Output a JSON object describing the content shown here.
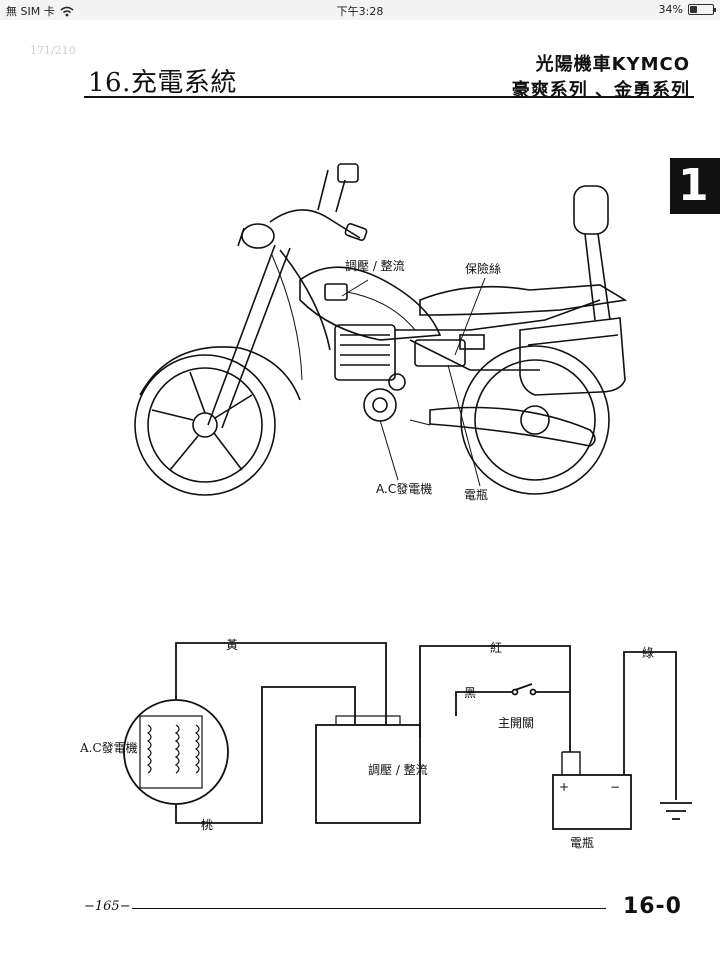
{
  "status_bar": {
    "carrier": "無 SIM 卡",
    "time": "下午3:28",
    "battery": "34%",
    "battery_level": 0.34
  },
  "page": {
    "ghost_text": "171/210",
    "chapter_title": "16.充電系統",
    "brand_line1": "光陽機車KYMCO",
    "brand_line2": "豪爽系列 、金勇系列",
    "tab_text": "1"
  },
  "illustration": {
    "regulator_label": "調壓 / 整流",
    "fuse_label": "保險絲",
    "alternator_label": "A.C發電機",
    "battery_label": "電瓶"
  },
  "schematic": {
    "wire_yellow": "黃",
    "wire_red": "紅",
    "wire_green": "綠",
    "wire_black": "黑",
    "wire_pink": "桃",
    "main_switch": "主開關",
    "alternator": "A.C發電機",
    "regulator": "調壓 / 整流",
    "battery": "電瓶",
    "plus": "+",
    "minus": "−"
  },
  "footer": {
    "page_number": "−165−",
    "section_number": "16-0"
  }
}
